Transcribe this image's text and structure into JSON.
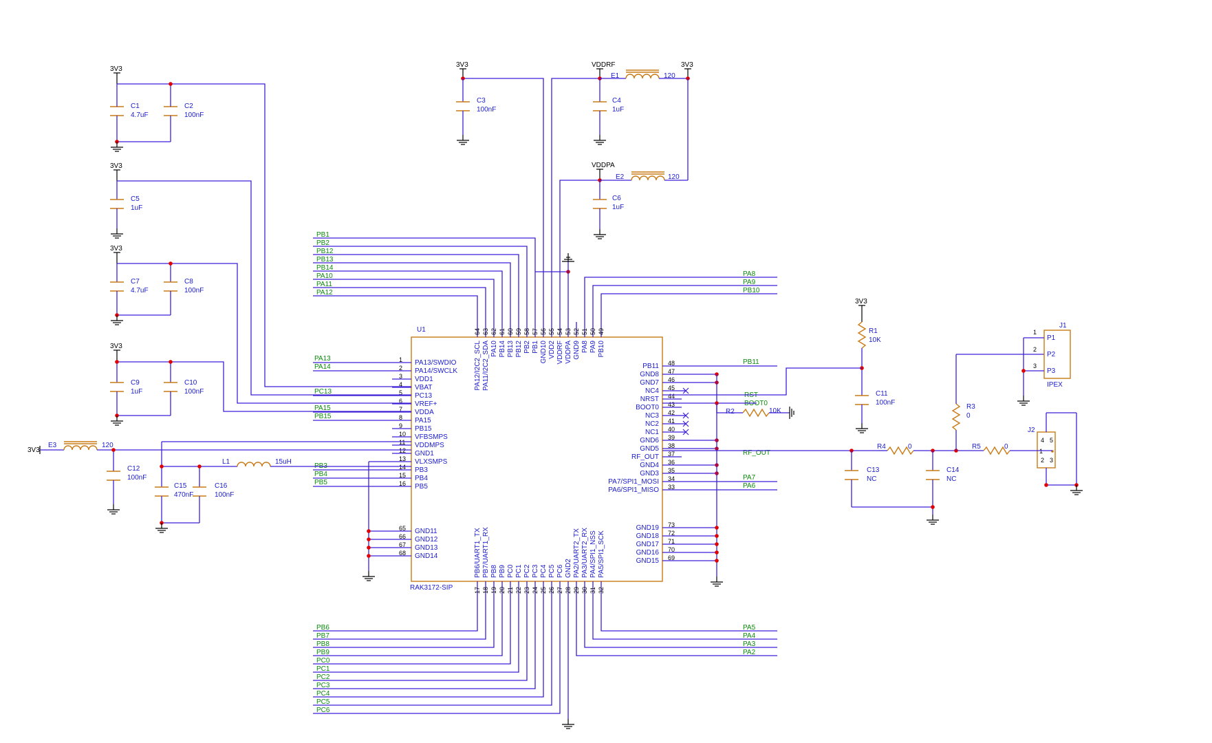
{
  "colors": {
    "wire": "#3a1fd6",
    "component": "#c97a14",
    "net_label": "#0a8a0a",
    "junction": "#e00000",
    "ground": "#000000",
    "text": "#1a1acc"
  },
  "power": {
    "v3v3": "3V3",
    "vddrf": "VDDRF",
    "vddpa": "VDDPA"
  },
  "u1": {
    "ref": "U1",
    "part": "RAK3172-SIP",
    "left_pins": [
      {
        "num": "1",
        "name": "PA13/SWDIO",
        "net": "PA13"
      },
      {
        "num": "2",
        "name": "PA14/SWCLK",
        "net": "PA14"
      },
      {
        "num": "3",
        "name": "VDD1",
        "net": ""
      },
      {
        "num": "4",
        "name": "VBAT",
        "net": ""
      },
      {
        "num": "5",
        "name": "PC13",
        "net": "PC13"
      },
      {
        "num": "6",
        "name": "VREF+",
        "net": ""
      },
      {
        "num": "7",
        "name": "VDDA",
        "net": "PA15"
      },
      {
        "num": "8",
        "name": "PA15",
        "net": "PB15"
      },
      {
        "num": "9",
        "name": "PB15",
        "net": ""
      },
      {
        "num": "10",
        "name": "VFBSMPS",
        "net": ""
      },
      {
        "num": "11",
        "name": "VDDMPS",
        "net": ""
      },
      {
        "num": "12",
        "name": "VDDMPS",
        "net": ""
      },
      {
        "num": "13",
        "name": "GND1",
        "net": ""
      },
      {
        "num": "14",
        "name": "VLXSMPS",
        "net": "PB3"
      },
      {
        "num": "15",
        "name": "PB3",
        "net": "PB4"
      },
      {
        "num": "16",
        "name": "PB4",
        "net": "PB5"
      },
      {
        "num": "",
        "name": "PB5",
        "net": ""
      }
    ],
    "left_gnd_pins": [
      {
        "num": "65",
        "name": "GND11"
      },
      {
        "num": "66",
        "name": "GND12"
      },
      {
        "num": "67",
        "name": "GND13"
      },
      {
        "num": "68",
        "name": "GND14"
      }
    ],
    "right_pins": [
      {
        "num": "48",
        "name": "PB11",
        "net": "PB11"
      },
      {
        "num": "47",
        "name": "GND8",
        "net": ""
      },
      {
        "num": "46",
        "name": "GND7",
        "net": ""
      },
      {
        "num": "45",
        "name": "NC4",
        "net": ""
      },
      {
        "num": "44",
        "name": "NRST",
        "net": "RST"
      },
      {
        "num": "43",
        "name": "BOOT0",
        "net": "BOOT0"
      },
      {
        "num": "42",
        "name": "NC3",
        "net": ""
      },
      {
        "num": "41",
        "name": "NC2",
        "net": ""
      },
      {
        "num": "40",
        "name": "NC1",
        "net": ""
      },
      {
        "num": "39",
        "name": "GND6",
        "net": ""
      },
      {
        "num": "38",
        "name": "GND5",
        "net": ""
      },
      {
        "num": "37",
        "name": "RF_OUT",
        "net": "RF_OUT"
      },
      {
        "num": "36",
        "name": "GND4",
        "net": ""
      },
      {
        "num": "35",
        "name": "GND3",
        "net": ""
      },
      {
        "num": "34",
        "name": "PA7/SPI1_MOSI",
        "net": "PA7"
      },
      {
        "num": "33",
        "name": "PA6/SPI1_MISO",
        "net": "PA6"
      }
    ],
    "right_gnd_pins": [
      {
        "num": "73",
        "name": "GND19"
      },
      {
        "num": "72",
        "name": "GND18"
      },
      {
        "num": "71",
        "name": "GND17"
      },
      {
        "num": "70",
        "name": "GND16"
      },
      {
        "num": "69",
        "name": "GND15"
      }
    ],
    "top_pins": [
      {
        "num": "64",
        "name": "PA12/I2C2_SCL"
      },
      {
        "num": "63",
        "name": "PA11/I2C2_SDA"
      },
      {
        "num": "62",
        "name": "PA10"
      },
      {
        "num": "61",
        "name": "PB14"
      },
      {
        "num": "60",
        "name": "PB13"
      },
      {
        "num": "59",
        "name": "PB12"
      },
      {
        "num": "58",
        "name": "PB2"
      },
      {
        "num": "57",
        "name": "PB1"
      },
      {
        "num": "56",
        "name": "GND10"
      },
      {
        "num": "55",
        "name": "VDD2"
      },
      {
        "num": "54",
        "name": "VDDRF"
      },
      {
        "num": "53",
        "name": "VDDPA"
      },
      {
        "num": "52",
        "name": "GND9"
      },
      {
        "num": "51",
        "name": "PA8"
      },
      {
        "num": "50",
        "name": "PA9"
      },
      {
        "num": "49",
        "name": "PB10"
      }
    ],
    "bottom_pins": [
      {
        "num": "17",
        "name": "PB6/UART1_TX"
      },
      {
        "num": "18",
        "name": "PB7/UART1_RX"
      },
      {
        "num": "19",
        "name": "PB8"
      },
      {
        "num": "20",
        "name": "PB9"
      },
      {
        "num": "21",
        "name": "PC0"
      },
      {
        "num": "22",
        "name": "PC1"
      },
      {
        "num": "23",
        "name": "PC2"
      },
      {
        "num": "24",
        "name": "PC3"
      },
      {
        "num": "25",
        "name": "PC4"
      },
      {
        "num": "26",
        "name": "PC5"
      },
      {
        "num": "27",
        "name": "PC6"
      },
      {
        "num": "28",
        "name": "GND2"
      },
      {
        "num": "29",
        "name": "PA2/UART2_TX"
      },
      {
        "num": "30",
        "name": "PA3/UART2_RX"
      },
      {
        "num": "31",
        "name": "PA4/SPI1_NSS"
      },
      {
        "num": "32",
        "name": "PA5/SPI1_SCK"
      }
    ]
  },
  "top_left_nets": [
    "PB1",
    "PB2",
    "PB12",
    "PB13",
    "PB14",
    "PA10",
    "PA11",
    "PA12"
  ],
  "top_right_nets": [
    "PA8",
    "PA9",
    "PB10"
  ],
  "bottom_left_nets": [
    "PB6",
    "PB7",
    "PB8",
    "PB9",
    "PC0",
    "PC1",
    "PC2",
    "PC3",
    "PC4",
    "PC5",
    "PC6"
  ],
  "bottom_right_nets": [
    "PA5",
    "PA4",
    "PA3",
    "PA2"
  ],
  "components": {
    "c1": {
      "ref": "C1",
      "value": "4.7uF"
    },
    "c2": {
      "ref": "C2",
      "value": "100nF"
    },
    "c3": {
      "ref": "C3",
      "value": "100nF"
    },
    "c4": {
      "ref": "C4",
      "value": "1uF"
    },
    "c5": {
      "ref": "C5",
      "value": "1uF"
    },
    "c6": {
      "ref": "C6",
      "value": "1uF"
    },
    "c7": {
      "ref": "C7",
      "value": "4.7uF"
    },
    "c8": {
      "ref": "C8",
      "value": "100nF"
    },
    "c9": {
      "ref": "C9",
      "value": "1uF"
    },
    "c10": {
      "ref": "C10",
      "value": "100nF"
    },
    "c11": {
      "ref": "C11",
      "value": "100nF"
    },
    "c12": {
      "ref": "C12",
      "value": "100nF"
    },
    "c13": {
      "ref": "C13",
      "value": "NC"
    },
    "c14": {
      "ref": "C14",
      "value": "NC"
    },
    "c15": {
      "ref": "C15",
      "value": "470nF"
    },
    "c16": {
      "ref": "C16",
      "value": "100nF"
    },
    "e1": {
      "ref": "E1",
      "value": "120"
    },
    "e2": {
      "ref": "E2",
      "value": "120"
    },
    "e3": {
      "ref": "E3",
      "value": "120"
    },
    "l1": {
      "ref": "L1",
      "value": "15uH"
    },
    "r1": {
      "ref": "R1",
      "value": "10K"
    },
    "r2": {
      "ref": "R2",
      "value": "10K"
    },
    "r3": {
      "ref": "R3",
      "value": "0"
    },
    "r4": {
      "ref": "R4",
      "value": "0"
    },
    "r5": {
      "ref": "R5",
      "value": "0"
    },
    "j1": {
      "ref": "J1",
      "part": "IPEX",
      "pins": [
        "P1",
        "P2",
        "P3"
      ],
      "nums": [
        "1",
        "2",
        "3"
      ]
    },
    "j2": {
      "ref": "J2",
      "pin_nums": [
        "1",
        "2",
        "3",
        "4",
        "5"
      ]
    }
  }
}
